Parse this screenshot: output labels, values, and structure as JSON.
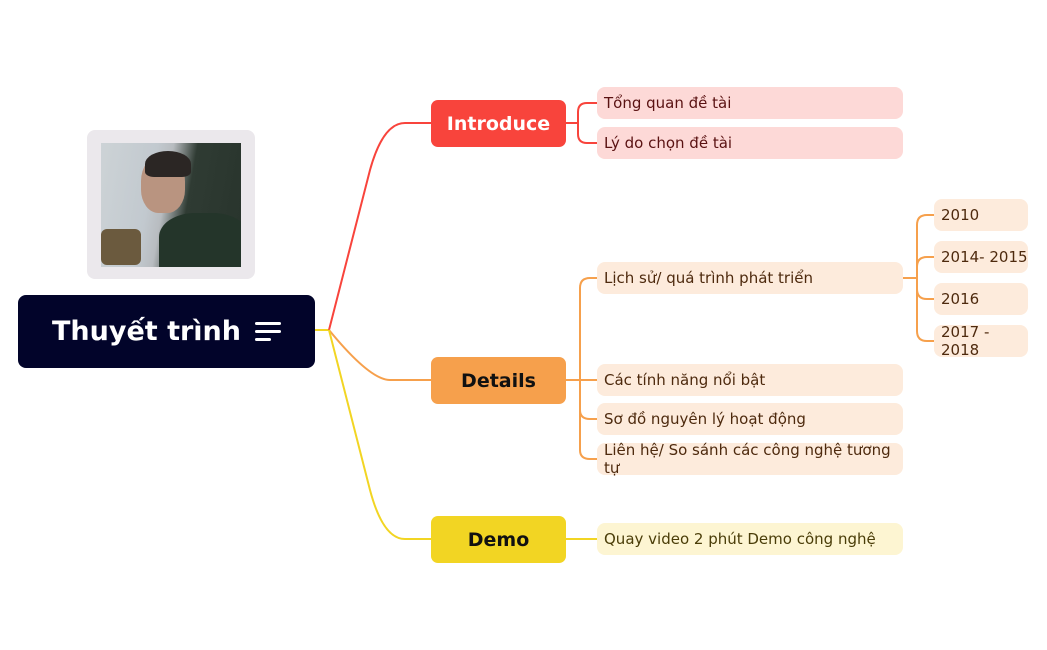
{
  "root": {
    "label": "Thuyết trình",
    "icon": "notes-menu-icon"
  },
  "branches": [
    {
      "label": "Introduce",
      "color": "#f8443c",
      "children": [
        {
          "label": "Tổng quan đề tài"
        },
        {
          "label": "Lý do chọn đề tài"
        }
      ]
    },
    {
      "label": "Details",
      "color": "#f6a04c",
      "children": [
        {
          "label": "Lịch sử/ quá trình phát triển",
          "children": [
            "2010",
            "2014- 2015",
            "2016",
            "2017 - 2018"
          ]
        },
        {
          "label": "Các tính năng nổi bật"
        },
        {
          "label": "Sơ đồ nguyên lý hoạt động"
        },
        {
          "label": "Liên hệ/ So sánh các công nghệ tương tự"
        }
      ]
    },
    {
      "label": "Demo",
      "color": "#f2d523",
      "children": [
        {
          "label": "Quay video 2 phút Demo công nghệ"
        }
      ]
    }
  ]
}
